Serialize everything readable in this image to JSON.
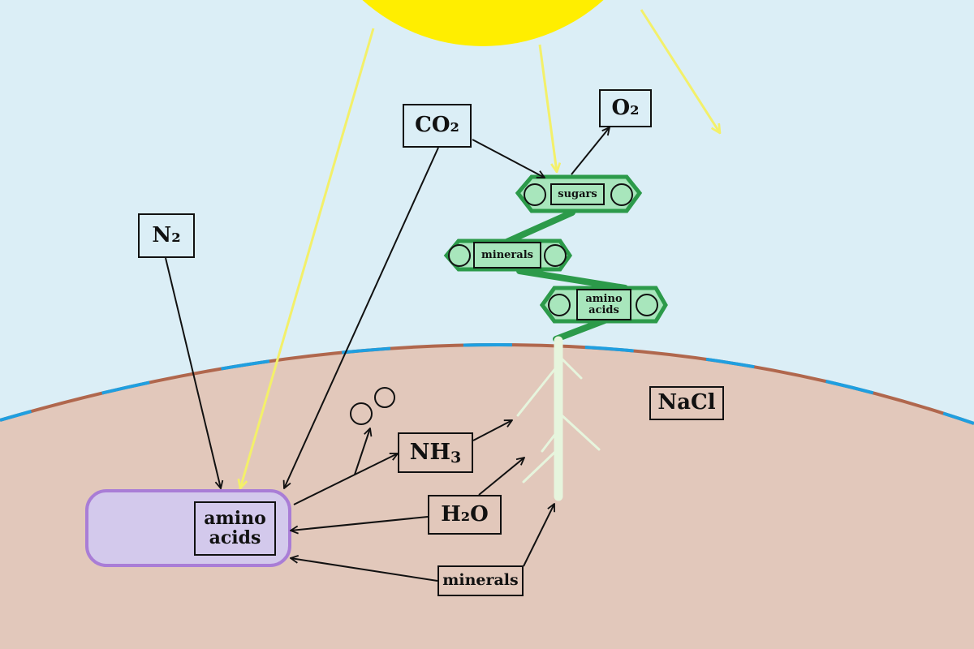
{
  "labels": {
    "co2": "CO₂",
    "o2": "O₂",
    "n2": "N₂",
    "nh3": "NH",
    "nh3_sub": "3",
    "h2o": "H₂O",
    "nacl": "NaCl",
    "minerals_soil": "minerals",
    "cell_amino_line1": "amino",
    "cell_amino_line2": "acids",
    "leaf_sugars": "sugars",
    "leaf_minerals": "minerals",
    "leaf_amino_line1": "amino",
    "leaf_amino_line2": "acids"
  },
  "colors": {
    "sky": "#dbeef6",
    "soil": "#e2c8bb",
    "soil_edge_brown": "#b0674d",
    "soil_edge_blue": "#1f9fe0",
    "sun": "#ffee00",
    "sun_ray": "#f3f06a",
    "leaf_fill": "#a8e6bc",
    "leaf_stroke": "#2c9a4a",
    "cell_fill": "#d3c9ec",
    "cell_stroke": "#a97dd6",
    "root": "#e6f5dd",
    "arrow": "#111111"
  }
}
